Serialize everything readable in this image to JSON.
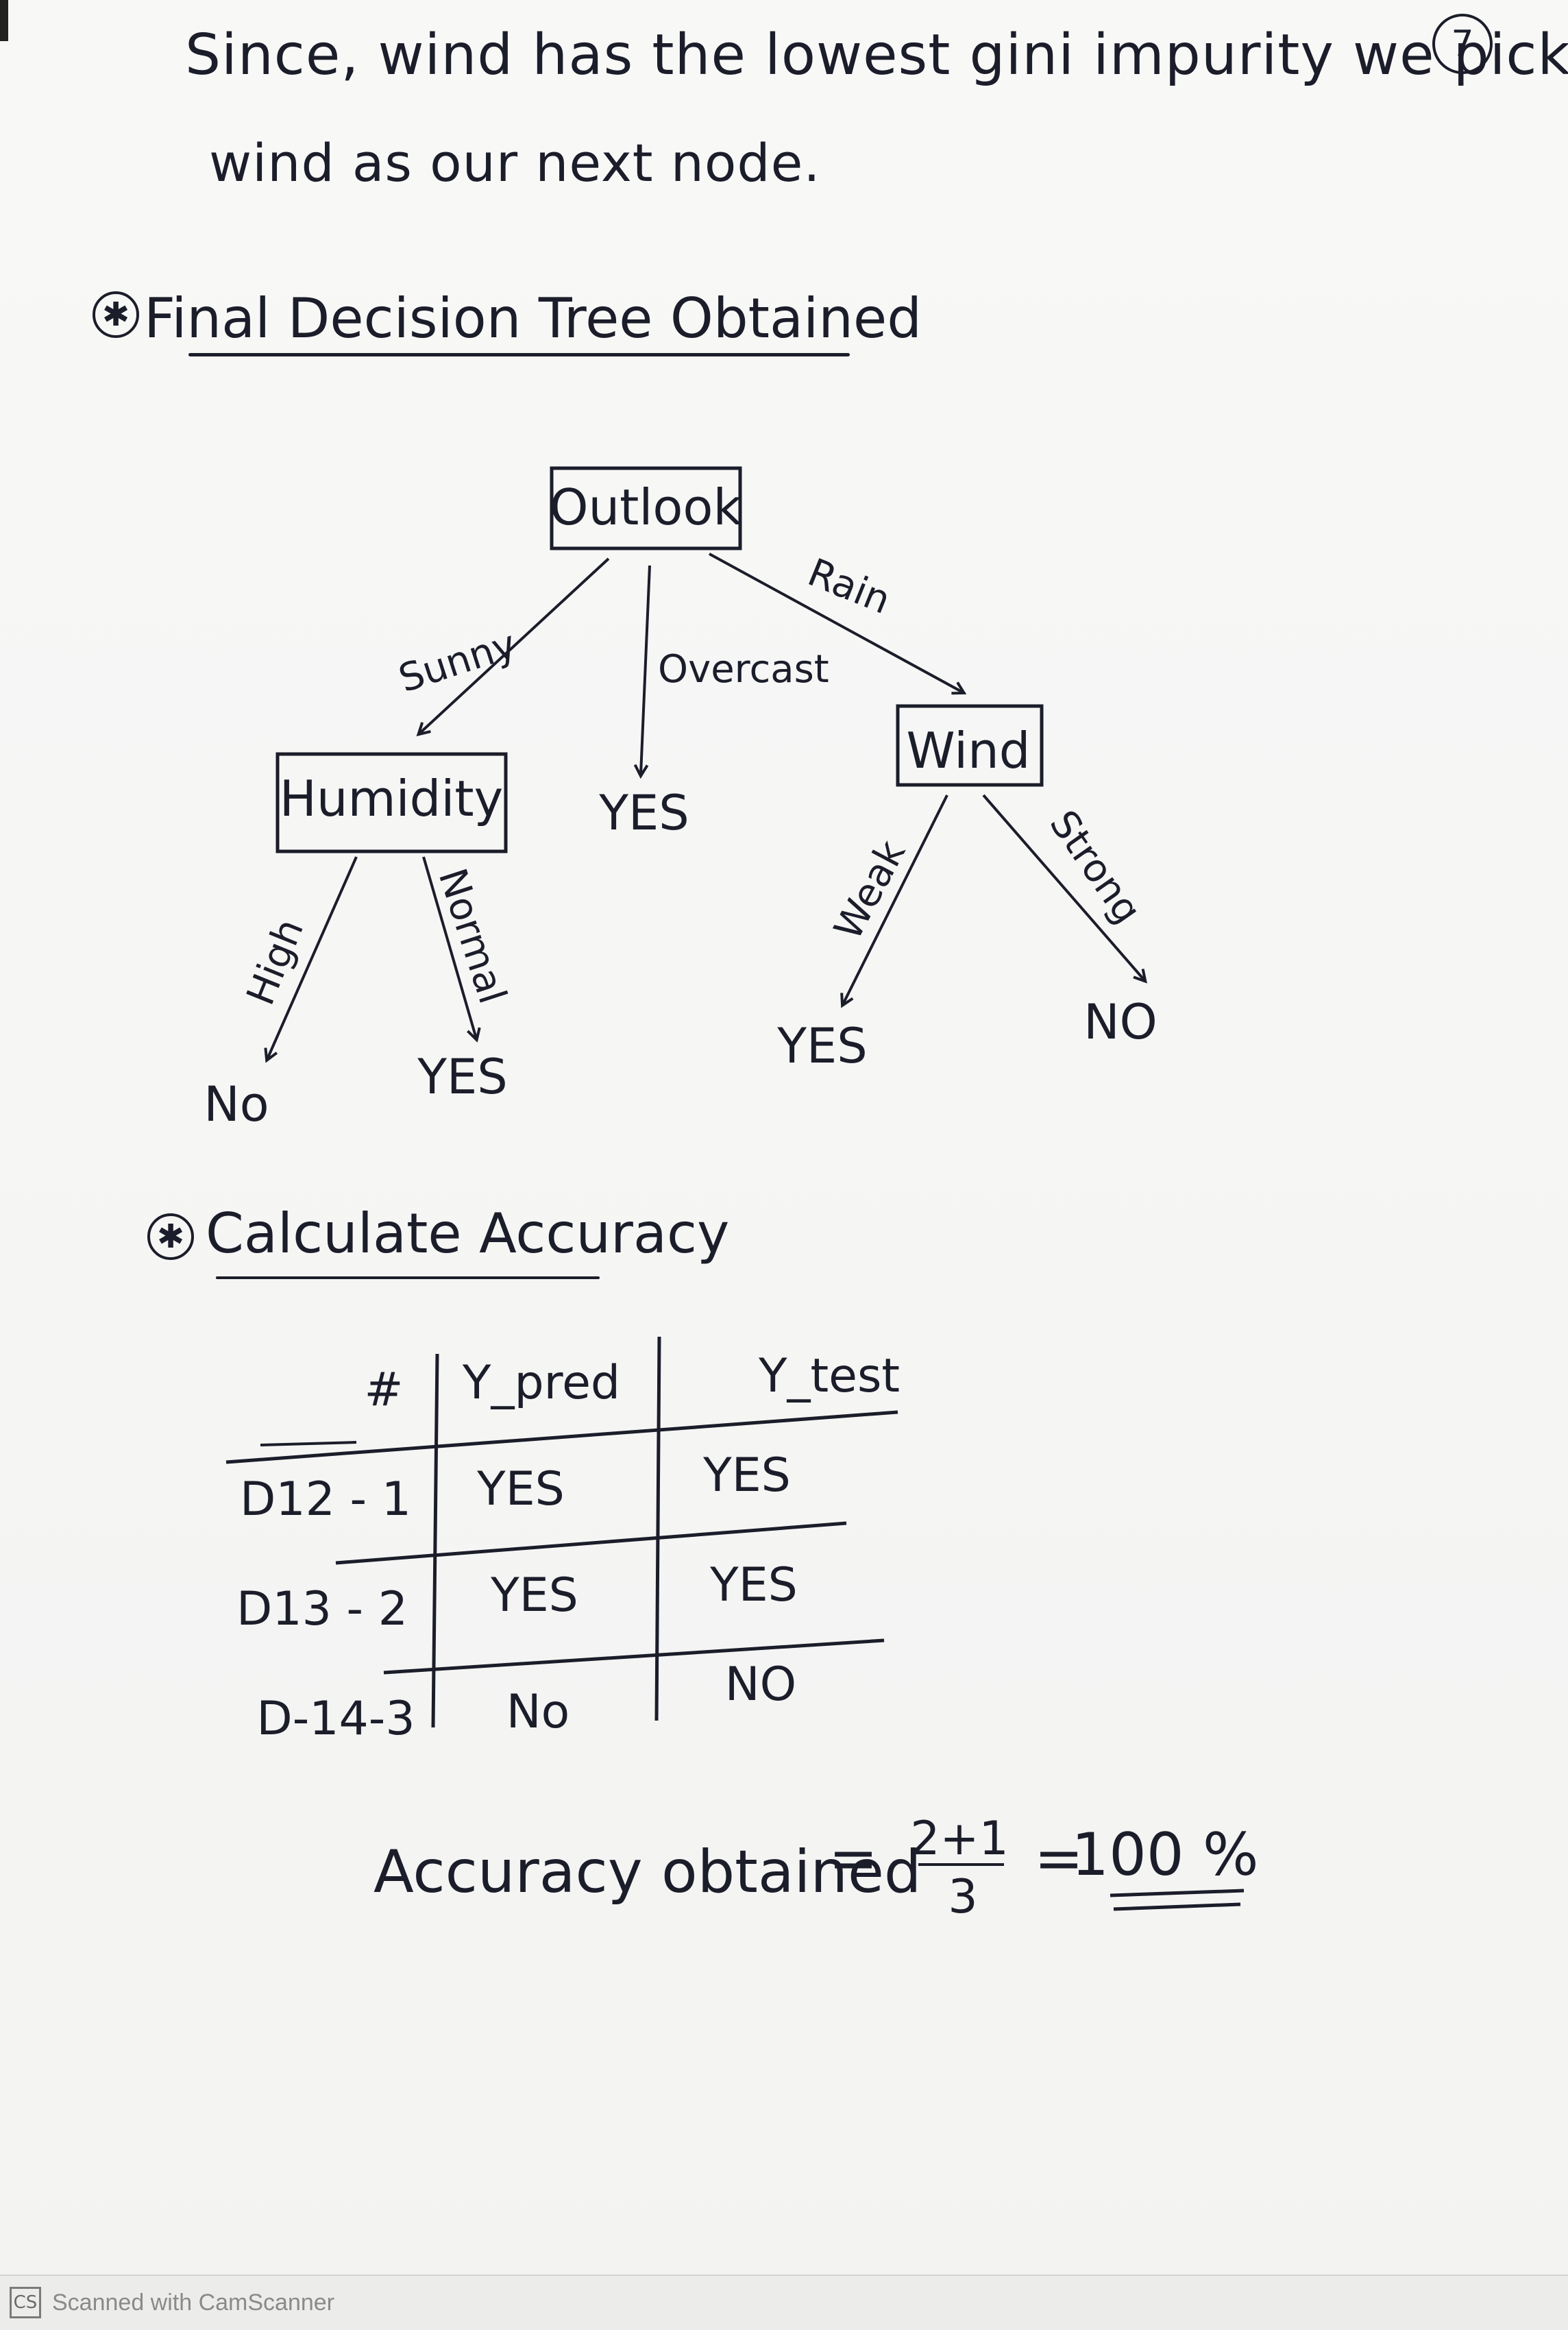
{
  "page_number": "7",
  "intro": {
    "line1": "Since, wind has the lowest gini impurity we pick",
    "line2": "wind as our next node."
  },
  "section_tree": {
    "bullet": "✱",
    "heading": "Final Decision Tree Obtained",
    "root": "Outlook",
    "branches": {
      "sunny": "Sunny",
      "overcast": "Overcast",
      "rain": "Rain",
      "high": "High",
      "normal": "Normal",
      "weak": "Weak",
      "strong": "Strong"
    },
    "nodes": {
      "humidity": "Humidity",
      "wind": "Wind"
    },
    "leaves": {
      "overcast_leaf": "YES",
      "high_leaf": "No",
      "normal_leaf": "YES",
      "weak_leaf": "YES",
      "strong_leaf": "NO"
    }
  },
  "section_accuracy": {
    "bullet": "✱",
    "heading": "Calculate Accuracy",
    "table": {
      "headers": [
        "#",
        "Y_pred",
        "Y_test"
      ],
      "rows": [
        [
          "D12 - 1",
          "YES",
          "YES"
        ],
        [
          "D13 - 2",
          "YES",
          "YES"
        ],
        [
          "D-14-3",
          "No",
          "NO"
        ]
      ]
    },
    "result": {
      "label": "Accuracy obtained",
      "equals1": "=",
      "numerator": "2+1",
      "denominator": "3",
      "equals2": "=",
      "value": "100 %"
    }
  },
  "footer": {
    "logo": "CS",
    "text": "Scanned with CamScanner"
  }
}
